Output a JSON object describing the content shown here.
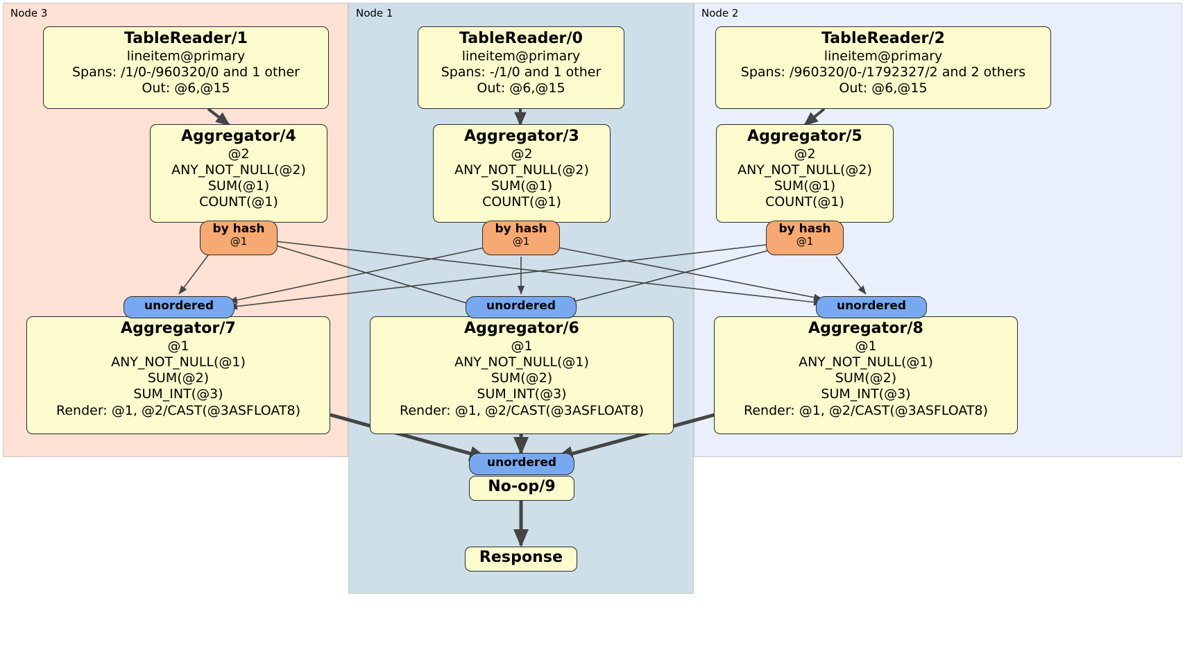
{
  "diagram": {
    "type": "distributed-query-plan",
    "panels": [
      {
        "id": "node3",
        "label": "Node 3",
        "color": "#fce1d4"
      },
      {
        "id": "node1",
        "label": "Node 1",
        "color": "#cedfe9"
      },
      {
        "id": "node2",
        "label": "Node 2",
        "color": "#eaf0fb"
      }
    ],
    "colors": {
      "processor_box": "#fbfbce",
      "hash_router": "#f6a973",
      "unordered_stream": "#78a9f0",
      "border": "#2b2b2b",
      "edge": "#444444"
    },
    "processors": {
      "tablereader1": {
        "title": "TableReader/1",
        "lines": [
          "lineitem@primary",
          "Spans: /1/0-/960320/0 and 1 other",
          "Out: @6,@15"
        ]
      },
      "tablereader0": {
        "title": "TableReader/0",
        "lines": [
          "lineitem@primary",
          "Spans: -/1/0 and 1 other",
          "Out: @6,@15"
        ]
      },
      "tablereader2": {
        "title": "TableReader/2",
        "lines": [
          "lineitem@primary",
          "Spans: /960320/0-/1792327/2 and 2 others",
          "Out: @6,@15"
        ]
      },
      "aggregator4": {
        "title": "Aggregator/4",
        "lines": [
          "@2",
          "ANY_NOT_NULL(@2)",
          "SUM(@1)",
          "COUNT(@1)"
        ]
      },
      "aggregator3": {
        "title": "Aggregator/3",
        "lines": [
          "@2",
          "ANY_NOT_NULL(@2)",
          "SUM(@1)",
          "COUNT(@1)"
        ]
      },
      "aggregator5": {
        "title": "Aggregator/5",
        "lines": [
          "@2",
          "ANY_NOT_NULL(@2)",
          "SUM(@1)",
          "COUNT(@1)"
        ]
      },
      "aggregator7": {
        "title": "Aggregator/7",
        "lines": [
          "@1",
          "ANY_NOT_NULL(@1)",
          "SUM(@2)",
          "SUM_INT(@3)",
          "Render: @1, @2/CAST(@3ASFLOAT8)"
        ]
      },
      "aggregator6": {
        "title": "Aggregator/6",
        "lines": [
          "@1",
          "ANY_NOT_NULL(@1)",
          "SUM(@2)",
          "SUM_INT(@3)",
          "Render: @1, @2/CAST(@3ASFLOAT8)"
        ]
      },
      "aggregator8": {
        "title": "Aggregator/8",
        "lines": [
          "@1",
          "ANY_NOT_NULL(@1)",
          "SUM(@2)",
          "SUM_INT(@3)",
          "Render: @1, @2/CAST(@3ASFLOAT8)"
        ]
      },
      "noop9": {
        "title": "No-op/9",
        "lines": []
      },
      "response": {
        "title": "Response",
        "lines": []
      }
    },
    "routers": {
      "hash_left": {
        "title": "by hash",
        "sub": "@1"
      },
      "hash_center": {
        "title": "by hash",
        "sub": "@1"
      },
      "hash_right": {
        "title": "by hash",
        "sub": "@1"
      },
      "unordered_left": {
        "title": "unordered"
      },
      "unordered_center": {
        "title": "unordered"
      },
      "unordered_right": {
        "title": "unordered"
      },
      "unordered_final": {
        "title": "unordered"
      }
    }
  }
}
